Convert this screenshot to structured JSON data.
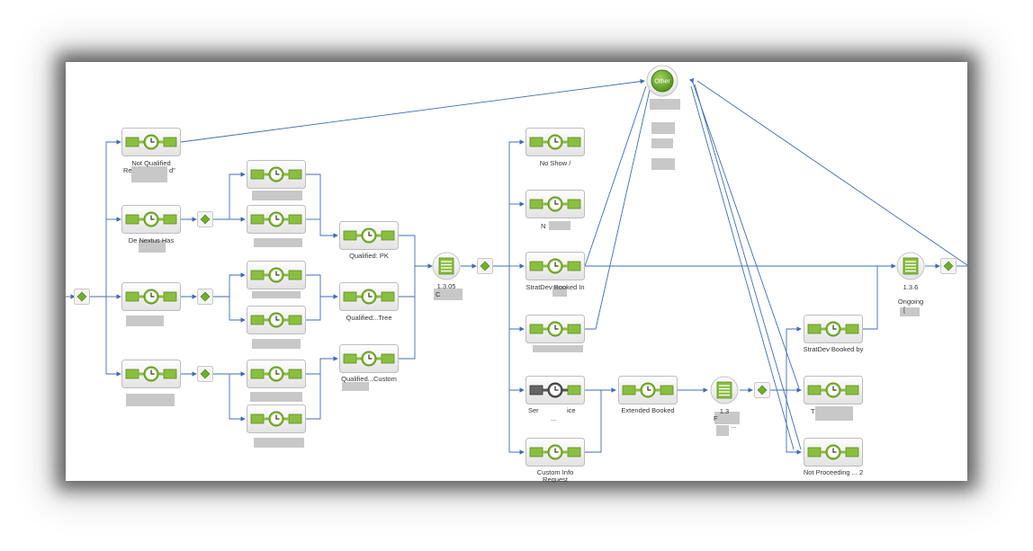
{
  "diagram": {
    "other_node_label": "Other",
    "labels": {
      "not_qualified": "Not Qualified",
      "not_qualified_line2": "Re",
      "not_qualified_tail": "d\"",
      "de_nextus": "De Nextus Has",
      "qualified_pk": "Qualified: PK",
      "qualified_tree": "Qualified...Tree",
      "qualified_custom": "Qualified...Custom",
      "step_135": "1.3.05",
      "step_135b": "C",
      "no_show": "No Show /",
      "n_label": "N",
      "strategy_booked": "StratDev Booked In",
      "service": "Ser",
      "service_tail": "ice",
      "service_line2": "...",
      "extended": "Extended Booked",
      "custom_info": "Custom Info",
      "custom_info_line2": "Request",
      "step_13": "1.3",
      "step_13b": "F",
      "step_13c": "...",
      "strategy_booked2": "StratDev Booked by",
      "t_label": "T",
      "not_proceeding": "Not Proceeding ... 2",
      "final_step": "1.3.6",
      "final_step_b": "Ongoing",
      "final_step_c": "["
    }
  },
  "colors": {
    "node_green": "#8bbe3f",
    "node_green_dark": "#5e8e23",
    "node_gray": "#5a5a5a",
    "edge": "#3f6db3",
    "diamond": "#6fae2a"
  },
  "icons": {
    "task": "timer-task-icon",
    "document": "document-list-icon",
    "gateway": "diamond-gateway-icon",
    "other": "green-circle-icon"
  }
}
